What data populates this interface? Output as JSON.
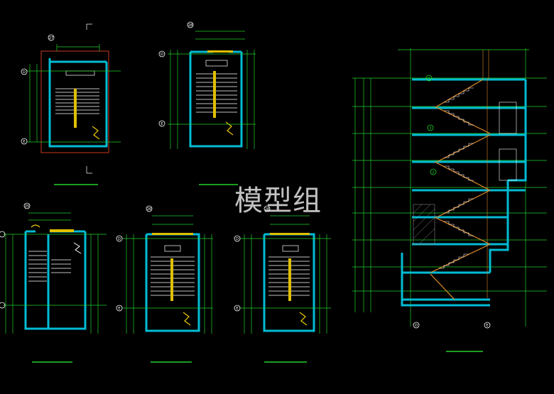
{
  "watermark": "模型组",
  "colors": {
    "background": "#000000",
    "wall": "#00bcd4",
    "dim": "#22d12a",
    "stair": "#ffffff",
    "rail": "#e0c000",
    "section_flight": "#e08a2a",
    "axis_bubble": "#ffffff"
  },
  "plans": [
    {
      "id": "plan-1",
      "grid_top": "27",
      "axes": [
        "D",
        "E"
      ]
    },
    {
      "id": "plan-2",
      "grid_top": "28",
      "axes": [
        "D",
        "E"
      ]
    },
    {
      "id": "plan-3",
      "grid_top": "25",
      "axes": [
        "D",
        "E"
      ]
    },
    {
      "id": "plan-4",
      "grid_top": "26",
      "axes": [
        "D",
        "E"
      ]
    },
    {
      "id": "plan-5",
      "grid_top": "28",
      "axes": [
        "D",
        "E"
      ]
    }
  ],
  "section": {
    "axes_bottom": [
      "D",
      "E"
    ],
    "level_bubbles": [
      "4",
      "3",
      "2"
    ]
  }
}
